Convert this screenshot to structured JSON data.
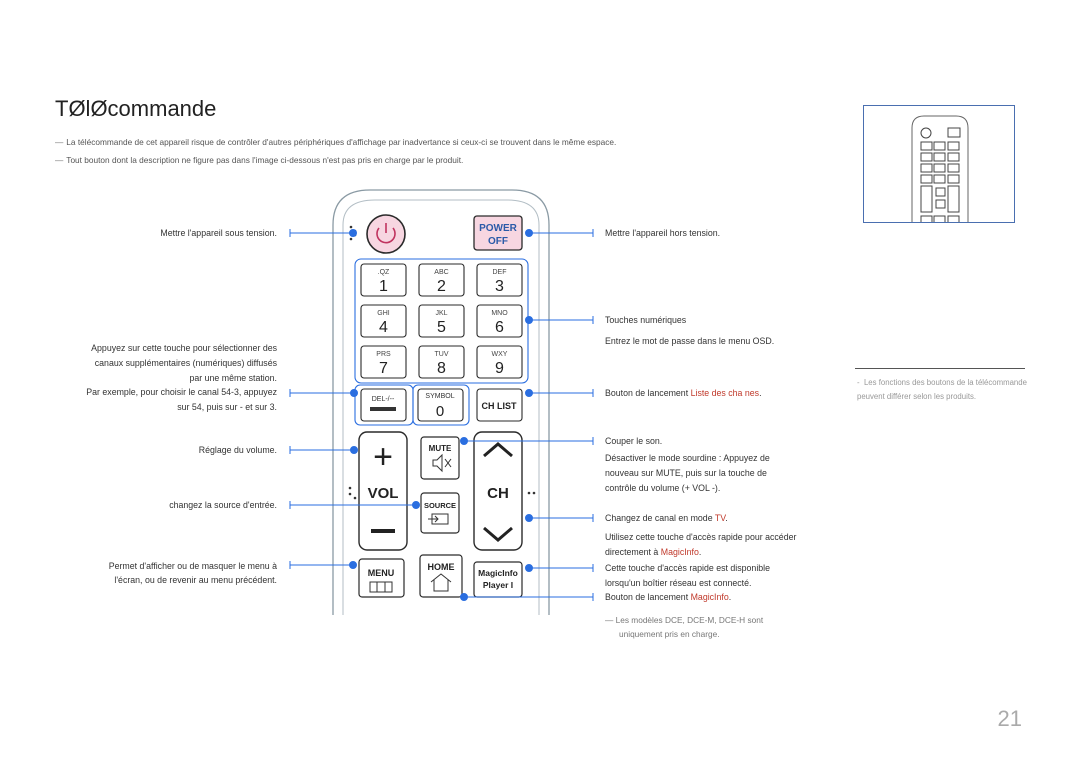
{
  "page": {
    "title": "TØlØcommande",
    "notes": [
      "La télécommande de cet appareil risque de contrôler d'autres périphériques d'affichage par inadvertance si ceux-ci se trouvent dans le même espace.",
      "Tout bouton dont la description ne figure pas dans l'image ci-dessous n'est pas pris en charge par le produit."
    ],
    "note_dash": "―",
    "page_number": "21"
  },
  "left_labels": {
    "power_on": "Mettre l'appareil sous tension.",
    "del_line1": "Appuyez sur cette touche pour sélectionner des",
    "del_line2": "canaux supplémentaires (numériques) diffusés",
    "del_line3": "par une même station.",
    "del_line4": "Par exemple, pour choisir le canal 54-3, appuyez",
    "del_line5": "sur 54, puis sur - et sur 3.",
    "volume": "Réglage du volume.",
    "source": "changez la source d'entrée.",
    "menu_line1": "Permet d'afficher ou de masquer le menu à",
    "menu_line2": "l'écran, ou de revenir au menu précédent."
  },
  "right_labels": {
    "power_off": "Mettre l'appareil hors tension.",
    "numeric": "Touches numériques",
    "numeric_sub": "Entrez le mot de passe dans le menu OSD.",
    "chlist_prefix": "Bouton de lancement ",
    "chlist_red": "Liste des cha nes",
    "chlist_suffix": ".",
    "mute": "Couper le son.",
    "mute_sub1": "Désactiver le mode sourdine : Appuyez de",
    "mute_sub2": "nouveau sur MUTE, puis sur la touche de",
    "mute_sub3": "contrôle du volume (+ VOL -).",
    "ch_prefix": "Changez de canal en mode ",
    "ch_red": "TV",
    "ch_suffix": ".",
    "home_line1": "Utilisez cette touche d'accès rapide pour accéder",
    "home_line2_prefix": "directement à ",
    "home_line2_red": "MagicInfo",
    "home_line2_suffix": ".",
    "magic_line1": "Cette touche d'accès rapide est disponible",
    "magic_line2": "lorsqu'un boîtier réseau est connecté.",
    "magic_line3_prefix": "Bouton de lancement ",
    "magic_line3_red": "MagicInfo",
    "magic_line3_suffix": ".",
    "magic_note1": "Les modèles DCE, DCE-M, DCE-H sont",
    "magic_note2": "uniquement pris en charge."
  },
  "side_note": {
    "dash": "-",
    "text": "Les fonctions des boutons de la télécommande peuvent différer selon les produits."
  },
  "remote": {
    "power_top": "POWER",
    "power_bottom": "OFF",
    "keys": [
      {
        "letters": ".QZ",
        "digit": "1"
      },
      {
        "letters": "ABC",
        "digit": "2"
      },
      {
        "letters": "DEF",
        "digit": "3"
      },
      {
        "letters": "GHI",
        "digit": "4"
      },
      {
        "letters": "JKL",
        "digit": "5"
      },
      {
        "letters": "MNO",
        "digit": "6"
      },
      {
        "letters": "PRS",
        "digit": "7"
      },
      {
        "letters": "TUV",
        "digit": "8"
      },
      {
        "letters": "WXY",
        "digit": "9"
      }
    ],
    "del": "DEL-/--",
    "symbol": "SYMBOL",
    "zero": "0",
    "chlist": "CH LIST",
    "plus": "+",
    "minus": "−",
    "vol": "VOL",
    "ch": "CH",
    "mute": "MUTE",
    "source": "SOURCE",
    "menu": "MENU",
    "home": "HOME",
    "magic_line1": "MagicInfo",
    "magic_line2": "Player I",
    "accent": "#2a6ee0",
    "power_pink": "#f7d6e1"
  }
}
